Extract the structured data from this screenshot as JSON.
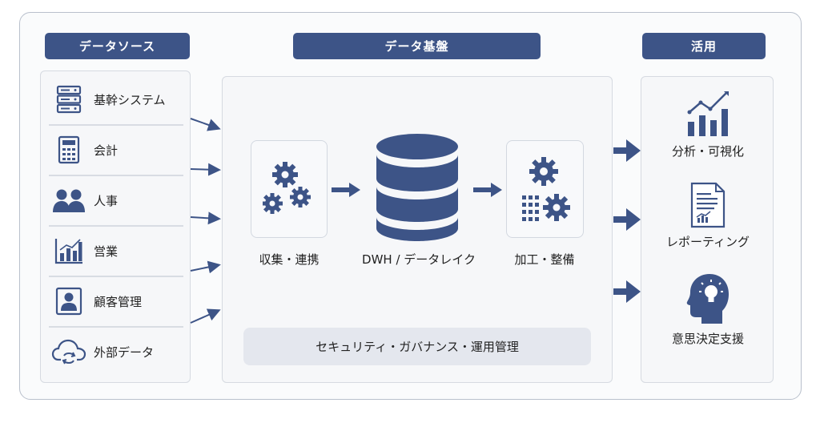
{
  "headers": {
    "sources": "データソース",
    "platform": "データ基盤",
    "usage": "活用"
  },
  "sources": [
    {
      "label": "基幹システム",
      "icon": "server-icon"
    },
    {
      "label": "会計",
      "icon": "calculator-icon"
    },
    {
      "label": "人事",
      "icon": "people-icon"
    },
    {
      "label": "営業",
      "icon": "bar-chart-icon"
    },
    {
      "label": "顧客管理",
      "icon": "customer-card-icon"
    },
    {
      "label": "外部データ",
      "icon": "cloud-sync-icon"
    }
  ],
  "platform": {
    "steps": [
      {
        "label": "収集・連携",
        "icon": "gears-icon"
      },
      {
        "label": "DWH / データレイク",
        "icon": "database-icon"
      },
      {
        "label": "加工・整備",
        "icon": "gear-grid-icon"
      }
    ],
    "governance": "セキュリティ・ガバナンス・運用管理"
  },
  "usage": [
    {
      "label": "分析・可視化",
      "icon": "growth-chart-icon"
    },
    {
      "label": "レポーティング",
      "icon": "report-icon"
    },
    {
      "label": "意思決定支援",
      "icon": "head-lightbulb-icon"
    }
  ],
  "colors": {
    "primary": "#3d5487",
    "panel_border": "#d6dae1",
    "governance_bg": "#e4e7ee"
  }
}
